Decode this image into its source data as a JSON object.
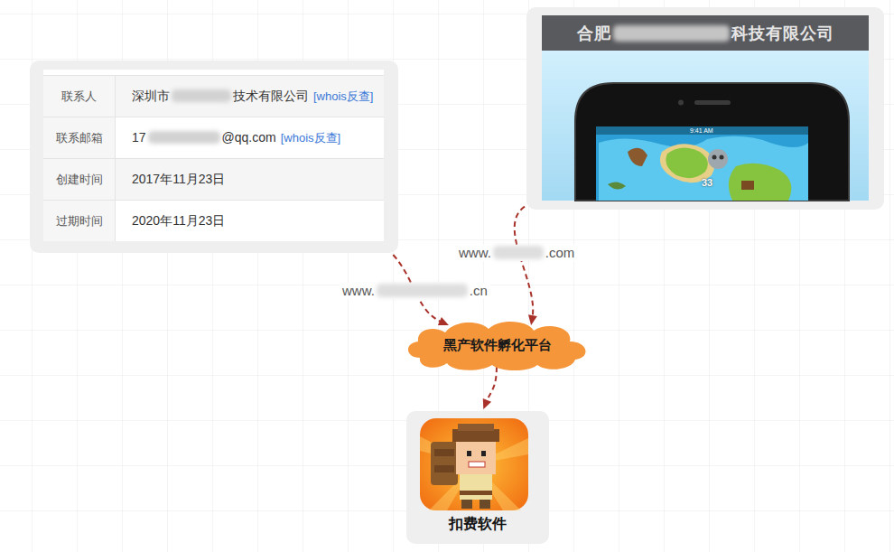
{
  "diagram": {
    "nodes": [
      {
        "text": [
          "联系人",
          "深圳市　　　　　技术有限公司",
          "[whois反查]",
          "联系邮箱",
          "17　　　　　　@qq.com",
          "[whois反查]",
          "创建时间",
          "2017年11月23日",
          "过期时间",
          "2020年11月23日"
        ]
      },
      {
        "text": [
          "合肥　　　　　　　科技有限公司"
        ]
      },
      {
        "text": [
          "黑产软件孵化平台"
        ]
      },
      {
        "text": [
          "扣费软件"
        ]
      }
    ],
    "edges": [
      {
        "from": 0,
        "to": 2,
        "label": "www.　　　　　　　.cn",
        "arrow": "to"
      },
      {
        "from": 1,
        "to": 2,
        "label": "www.　　　　.com",
        "arrow": "to"
      },
      {
        "from": 2,
        "to": 3,
        "arrow": "to"
      }
    ],
    "labels": [
      "9:41 AM",
      "33"
    ]
  }
}
